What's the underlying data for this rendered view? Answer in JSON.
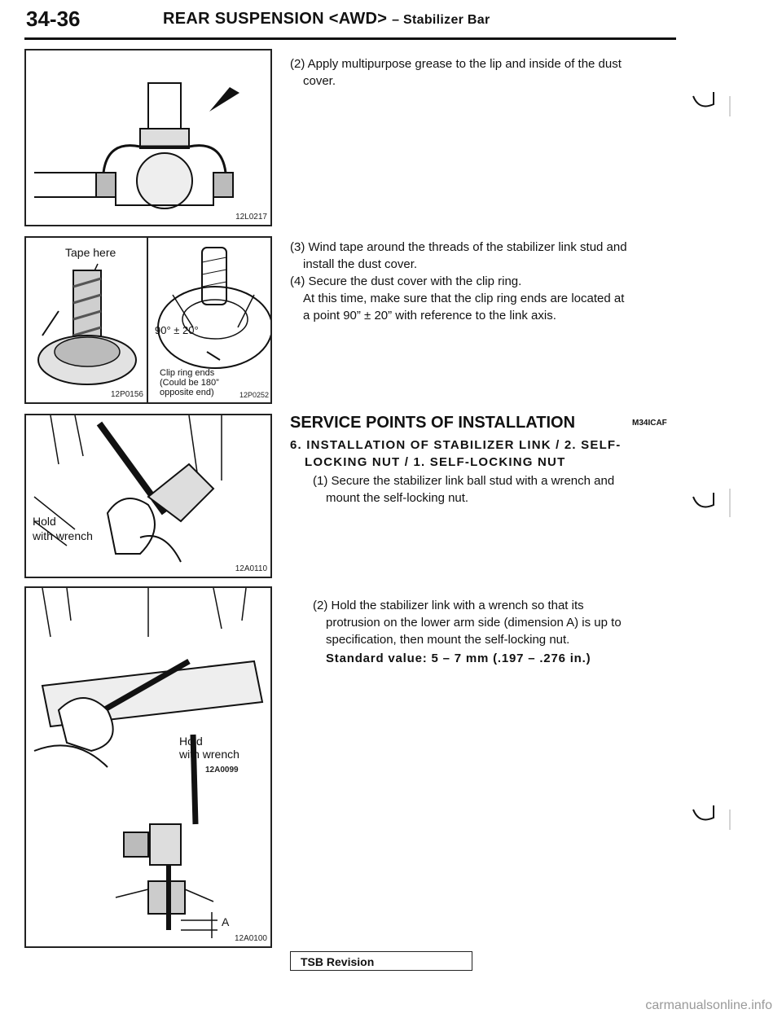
{
  "header": {
    "page_number": "34-36",
    "title": "REAR SUSPENSION <AWD>",
    "subtitle": "– Stabilizer Bar"
  },
  "figures": {
    "fig1": {
      "code": "12L0217"
    },
    "fig2": {
      "label": "Tape here",
      "code": "12P0156"
    },
    "fig3": {
      "angle": "90° ± 20°",
      "caption1": "Clip ring ends",
      "caption2": "(Could be 180”",
      "caption3": "opposite end)",
      "code": "12P0252"
    },
    "fig4": {
      "label1": "Hold",
      "label2": "with wrench",
      "code": "12A0110"
    },
    "fig5": {
      "label1": "Hold",
      "label2": "with wrench",
      "code": "12A0099",
      "dimension": "A",
      "code2": "12A0100"
    }
  },
  "text": {
    "p2": "(2) Apply multipurpose grease to the lip and inside of the dust",
    "p2b": "cover.",
    "p3": "(3) Wind tape around the threads of the stabilizer link stud and",
    "p3b": "install the dust cover.",
    "p4": "(4) Secure the dust cover with the clip ring.",
    "p4b": "At this time, make sure that the clip ring ends are located at",
    "p4c": "a point 90” ± 20” with reference to the link axis.",
    "section_title": "SERVICE POINTS OF INSTALLATION",
    "section_code": "M34ICAF",
    "step_title1": "6. INSTALLATION OF STABILIZER LINK / 2. SELF-",
    "step_title2": "LOCKING NUT / 1. SELF-LOCKING NUT",
    "s1": "(1) Secure the stabilizer link ball stud with a wrench and",
    "s1b": "mount the self-locking nut.",
    "s2": "(2) Hold the stabilizer link with a wrench so that its",
    "s2b": "protrusion on the lower arm side (dimension A) is up to",
    "s2c": "specification, then mount the self-locking nut.",
    "standard": "Standard value: 5 – 7 mm (.197 – .276 in.)"
  },
  "footer": {
    "tsb": "TSB Revision",
    "watermark": "carmanualsonline.info"
  }
}
